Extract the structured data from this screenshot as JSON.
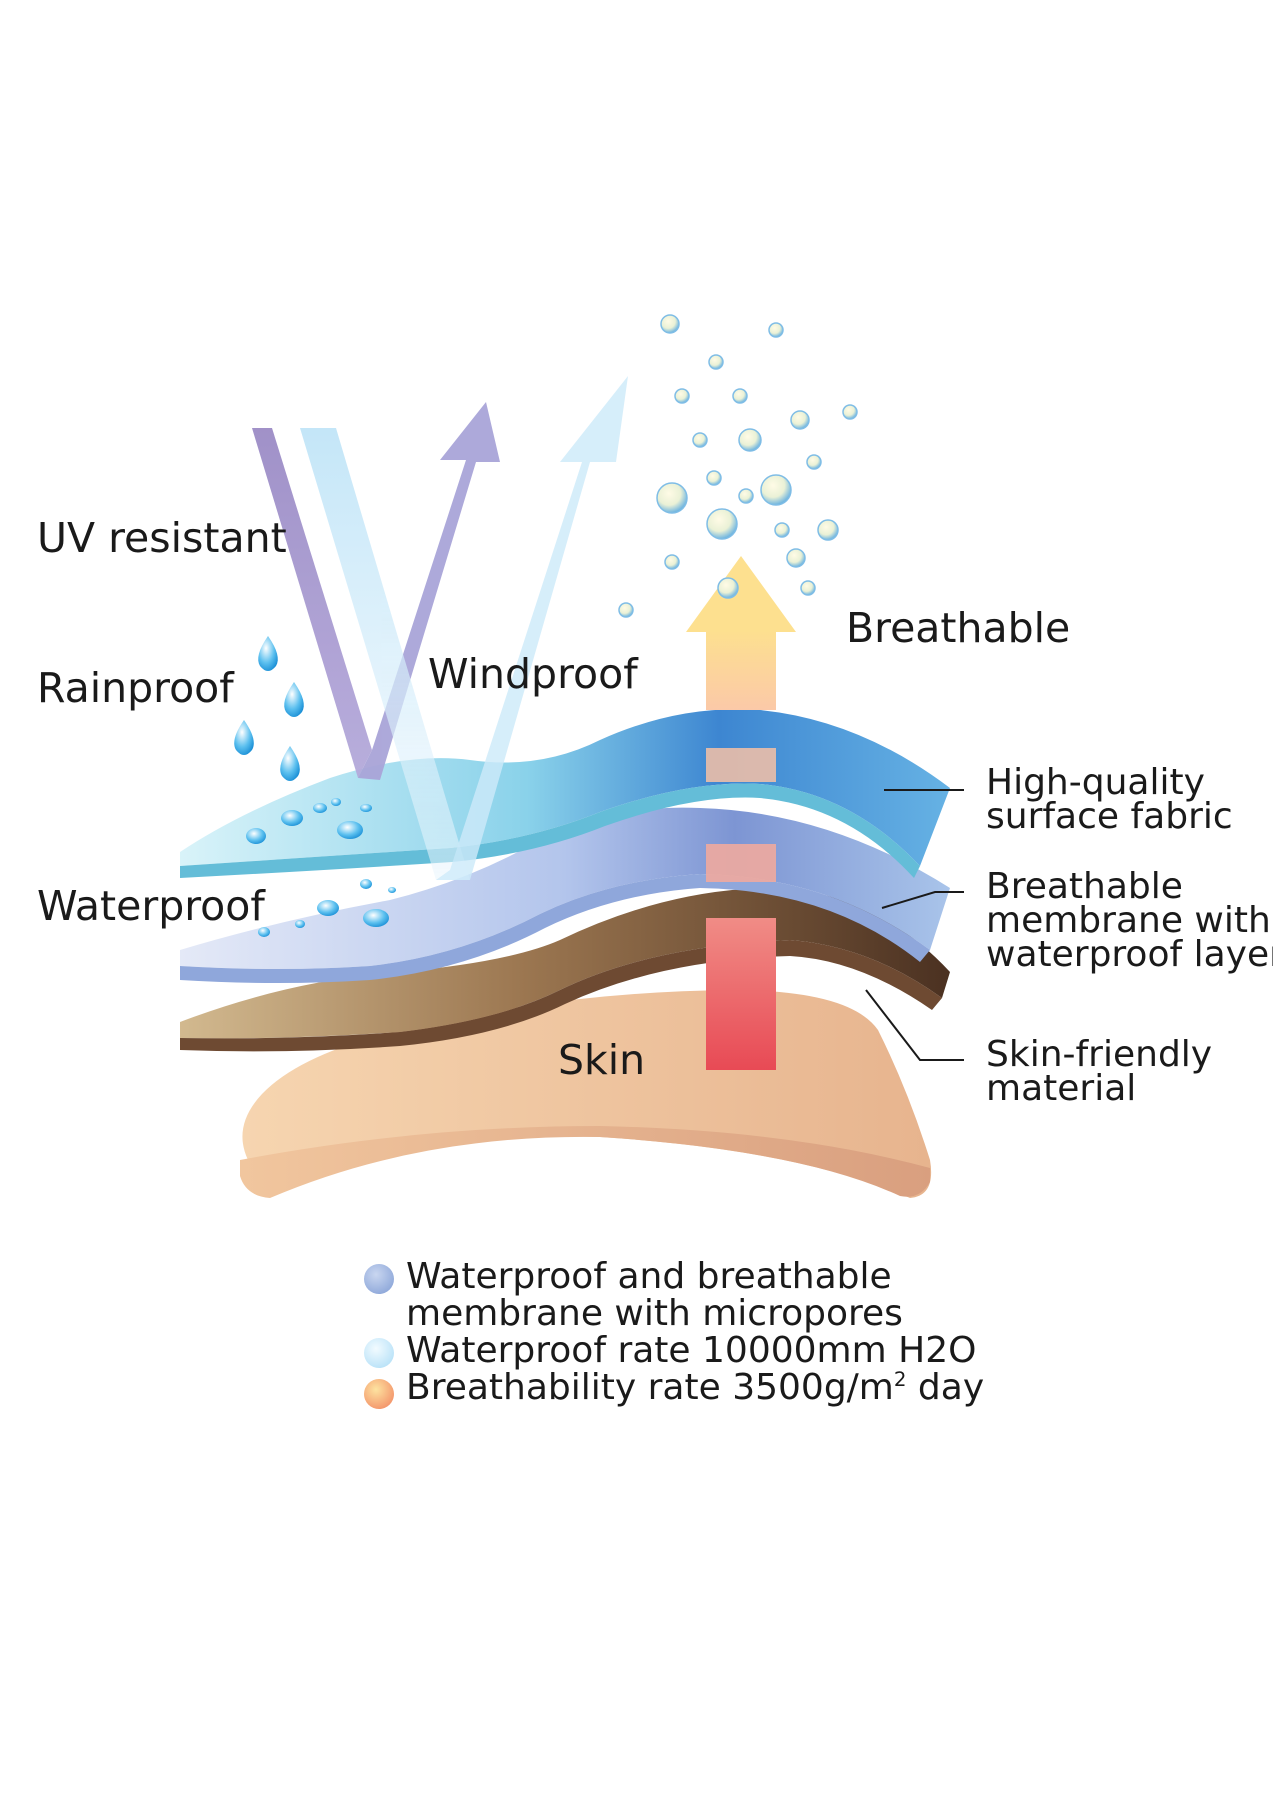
{
  "labels": {
    "uv_resistant": "UV resistant",
    "rainproof": "Rainproof",
    "windproof": "Windproof",
    "breathable": "Breathable",
    "waterproof": "Waterproof",
    "skin": "Skin"
  },
  "layers": {
    "surface_fabric": [
      "High-quality",
      "surface fabric"
    ],
    "membrane": [
      "Breathable",
      "membrane with",
      "waterproof layer"
    ],
    "skin_friendly": [
      "Skin-friendly",
      "material"
    ]
  },
  "legend": {
    "micropores": [
      "Waterproof and breathable",
      "membrane with micropores"
    ],
    "waterproof_rate": "Waterproof rate 10000mm H2O",
    "breathability_prefix": "Breathability rate 3500g/m",
    "breathability_sup": "2",
    "breathability_suffix": " day"
  },
  "colors": {
    "surface_fabric": "#4a9fd8",
    "membrane": "#a7bde6",
    "skin_friendly": "#5e3f2a",
    "skin": "#f2c9a4",
    "uv_arrow": "#9a8fc8",
    "wind_arrow": "#c7e6f7",
    "breath_arrow": "#fcd289",
    "heat_bar": "#e8505a",
    "legend_micropores": "#7f9cd4",
    "legend_waterproof": "#bfe6fb",
    "legend_breathability": "#f17f5c"
  }
}
